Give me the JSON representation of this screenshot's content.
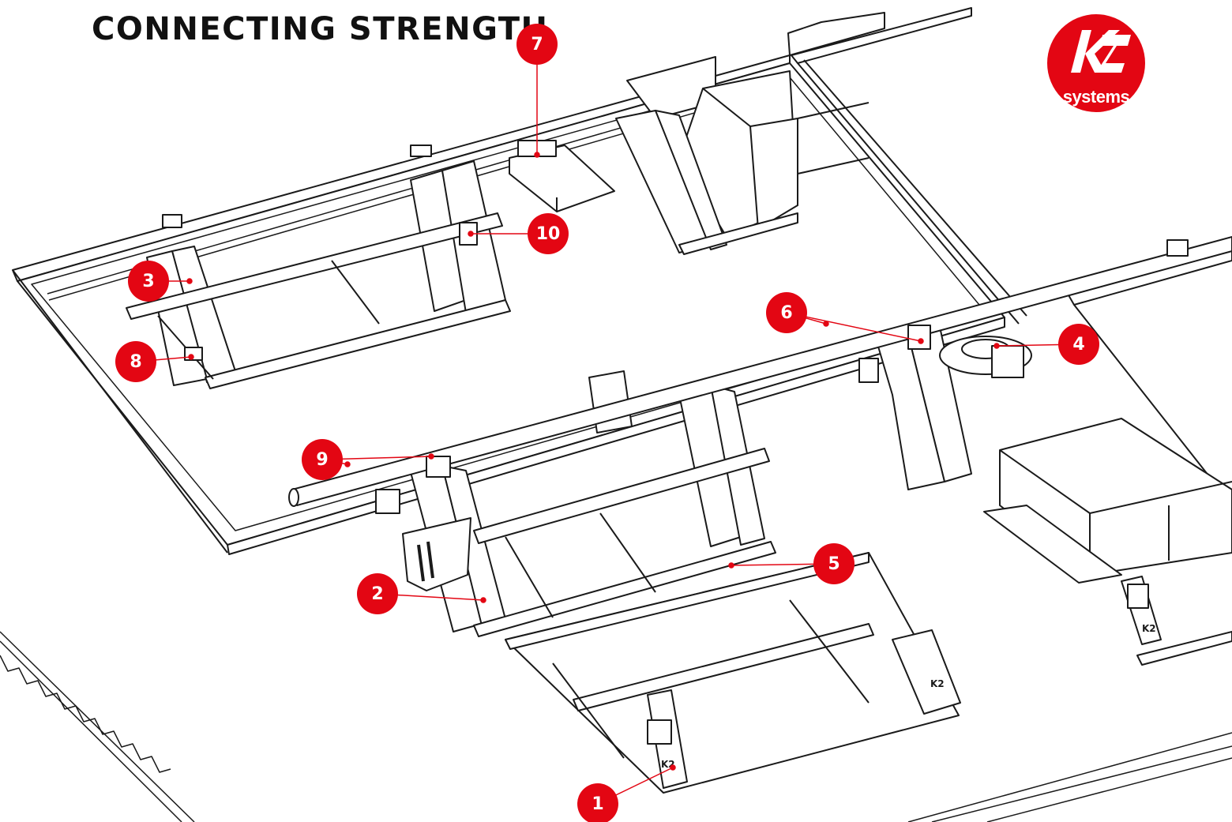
{
  "headline": "CONNECTING STRENGTH",
  "logo": {
    "mark": "K2",
    "subtitle": "systems",
    "color": "#e30613"
  },
  "callouts": [
    {
      "number": "1"
    },
    {
      "number": "2"
    },
    {
      "number": "3"
    },
    {
      "number": "4"
    },
    {
      "number": "5"
    },
    {
      "number": "6"
    },
    {
      "number": "7"
    },
    {
      "number": "8"
    },
    {
      "number": "9"
    },
    {
      "number": "10"
    }
  ],
  "colors": {
    "accent": "#e30613",
    "line": "#1a1a1a",
    "fill": "#ffffff",
    "dark": "#3a3a3a"
  }
}
